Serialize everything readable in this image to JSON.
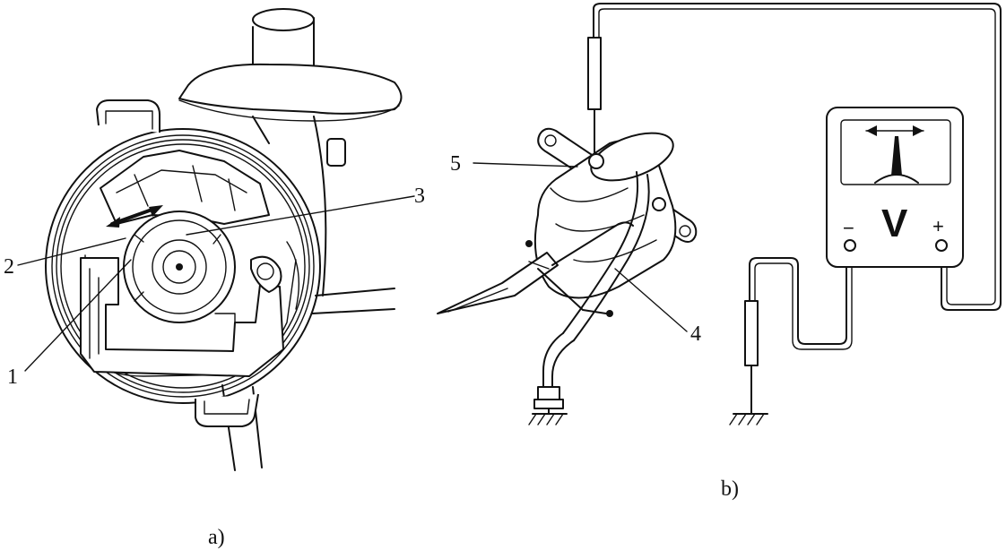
{
  "figure": {
    "panel_a": {
      "caption": "a)",
      "callouts": [
        "1",
        "2",
        "3"
      ]
    },
    "panel_b": {
      "caption": "b)",
      "callouts": [
        "4",
        "5"
      ],
      "voltmeter": {
        "symbol": "V",
        "minus_sign": "−",
        "plus_sign": "+"
      }
    }
  }
}
